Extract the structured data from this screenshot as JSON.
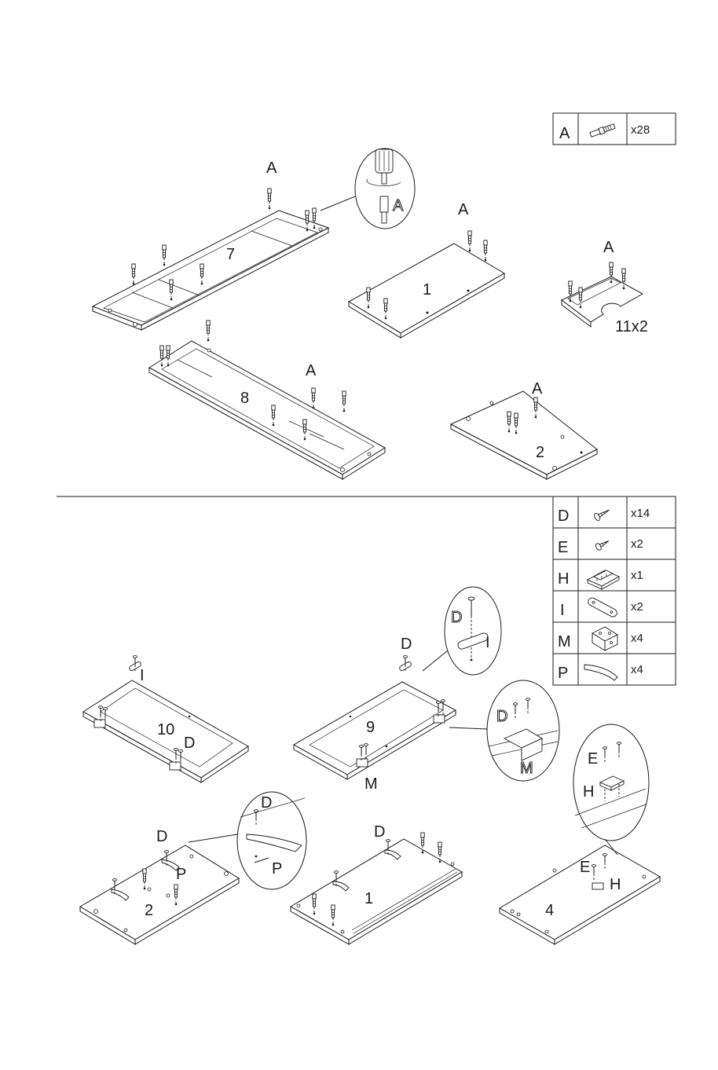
{
  "top_hardware": {
    "rows": [
      {
        "letter": "A",
        "icon": "cam-bolt-icon",
        "qty": "x28"
      }
    ]
  },
  "bottom_hardware": {
    "rows": [
      {
        "letter": "D",
        "icon": "screw-icon",
        "qty": "x14"
      },
      {
        "letter": "E",
        "icon": "screw-small-icon",
        "qty": "x2"
      },
      {
        "letter": "H",
        "icon": "magnet-catch-icon",
        "qty": "x1"
      },
      {
        "letter": "I",
        "icon": "connector-plate-icon",
        "qty": "x2"
      },
      {
        "letter": "M",
        "icon": "bracket-icon",
        "qty": "x4"
      },
      {
        "letter": "P",
        "icon": "curved-plate-icon",
        "qty": "x4"
      }
    ]
  },
  "step1": {
    "panels": {
      "p7": "7",
      "p1": "1",
      "p8": "8",
      "p2": "2",
      "p11": "11x2"
    },
    "part_labels": {
      "a_p7": "A",
      "a_p1": "A",
      "a_p11": "A",
      "a_p8": "A",
      "a_p2": "A",
      "a_callout": "A"
    }
  },
  "step2": {
    "panels": {
      "p10": "10",
      "p9": "9",
      "p2": "2",
      "p1": "1",
      "p4": "4"
    },
    "part_labels": {
      "i_p10": "I",
      "d_p10": "D",
      "d_p9": "D",
      "m_p9": "M",
      "d_p2": "D",
      "p_p2": "P",
      "d_p1": "D",
      "e_p4": "E",
      "h_p4": "H",
      "call_i_d": "D",
      "call_i_i": "I",
      "call_m_d": "D",
      "call_m_m": "M",
      "call_p_d": "D",
      "call_p_p": "P",
      "call_h_e": "E",
      "call_h_h": "H"
    }
  }
}
